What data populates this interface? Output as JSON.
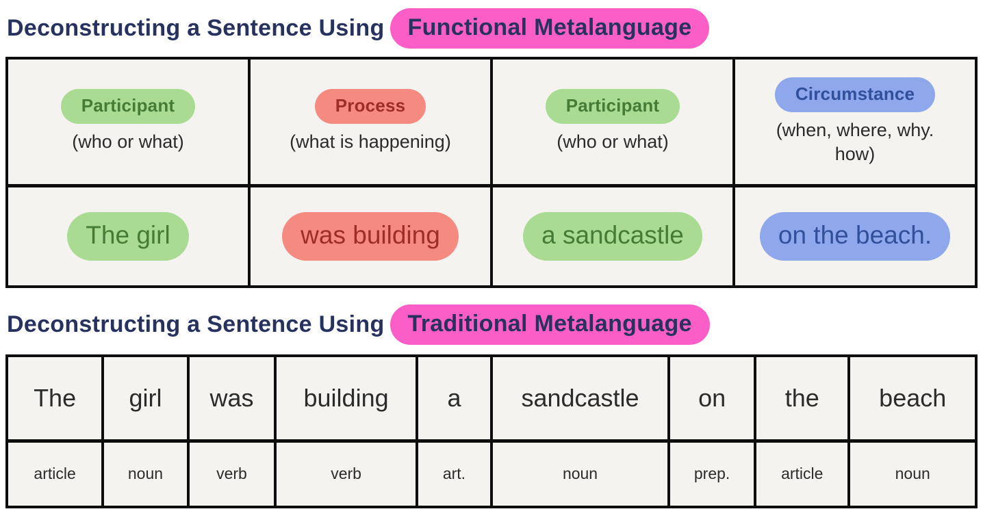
{
  "colors": {
    "title_navy": "#27335e",
    "highlight_pink": "#fb5ec6",
    "cell_bg": "#f5f3ef",
    "border_black": "#0d0d0d",
    "green_pill_bg": "#a9db92",
    "green_text": "#447c37",
    "red_pill_bg": "#f58a80",
    "red_text": "#9e2d27",
    "blue_pill_bg": "#8fa7eb",
    "blue_text": "#31509c",
    "body_text": "#2b2b2b"
  },
  "functional": {
    "title_prefix": "Deconstructing a Sentence Using",
    "title_highlight": "Functional Metalanguage",
    "headers": [
      {
        "label": "Participant",
        "sub": "(who or what)"
      },
      {
        "label": "Process",
        "sub": "(what is happening)"
      },
      {
        "label": "Participant",
        "sub": "(who or what)"
      },
      {
        "label": "Circumstance",
        "sub": "(when, where, why. how)"
      }
    ],
    "sentence_cells": [
      {
        "text": "The girl"
      },
      {
        "text": "was building"
      },
      {
        "text": "a sandcastle"
      },
      {
        "text": "on the beach."
      }
    ]
  },
  "traditional": {
    "title_prefix": "Deconstructing a Sentence Using",
    "title_highlight": "Traditional Metalanguage",
    "words": [
      "The",
      "girl",
      "was",
      "building",
      "a",
      "sandcastle",
      "on",
      "the",
      "beach"
    ],
    "parts_of_speech": [
      "article",
      "noun",
      "verb",
      "verb",
      "art.",
      "noun",
      "prep.",
      "article",
      "noun"
    ],
    "column_width_percents": [
      9.9,
      8.8,
      9.0,
      14.6,
      7.7,
      18.3,
      8.9,
      9.7,
      13.1
    ]
  }
}
